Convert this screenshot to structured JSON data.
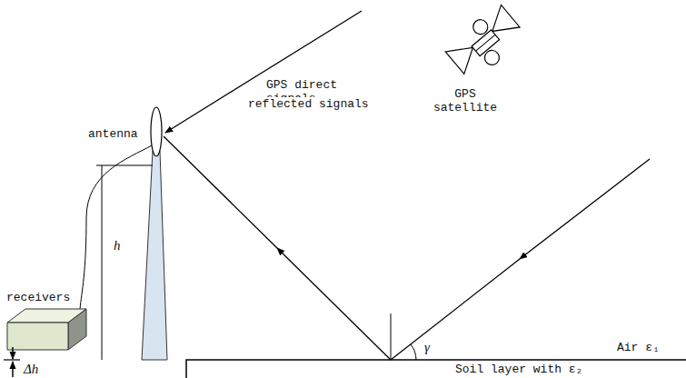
{
  "diagram": {
    "labels": [
      "GPS direct signals",
      "GPS satellite",
      "antenna",
      "reflected signals",
      "receivers",
      "h",
      "Δh",
      "γ",
      "Air ε₁",
      "Soil layer with ε₂"
    ]
  }
}
